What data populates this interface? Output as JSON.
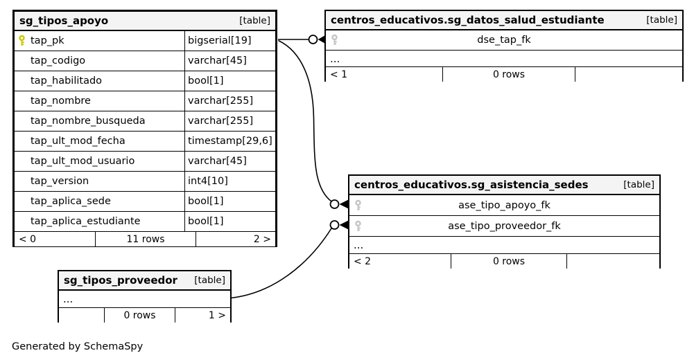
{
  "note": "Generated by SchemaSpy",
  "colors": {
    "header_bg": "#f4f4f4",
    "border": "#000000",
    "primary_key_icon": "#c9c900",
    "foreign_key_icon": "#c4c4c4"
  },
  "tables": {
    "sg_tipos_apoyo": {
      "title": "sg_tipos_apoyo",
      "badge": "[table]",
      "columns": [
        {
          "name": "tap_pk",
          "type": "bigserial[19]"
        },
        {
          "name": "tap_codigo",
          "type": "varchar[45]"
        },
        {
          "name": "tap_habilitado",
          "type": "bool[1]"
        },
        {
          "name": "tap_nombre",
          "type": "varchar[255]"
        },
        {
          "name": "tap_nombre_busqueda",
          "type": "varchar[255]"
        },
        {
          "name": "tap_ult_mod_fecha",
          "type": "timestamp[29,6]"
        },
        {
          "name": "tap_ult_mod_usuario",
          "type": "varchar[45]"
        },
        {
          "name": "tap_version",
          "type": "int4[10]"
        },
        {
          "name": "tap_aplica_sede",
          "type": "bool[1]"
        },
        {
          "name": "tap_aplica_estudiante",
          "type": "bool[1]"
        }
      ],
      "footer": {
        "prev": "< 0",
        "rows": "11 rows",
        "next": "2 >"
      }
    },
    "sg_datos_salud_estudiante": {
      "title": "centros_educativos.sg_datos_salud_estudiante",
      "badge": "[table]",
      "fk_columns": [
        "dse_tap_fk"
      ],
      "more": "...",
      "footer": {
        "prev": "< 1",
        "rows": "0 rows",
        "next": ""
      }
    },
    "sg_asistencia_sedes": {
      "title": "centros_educativos.sg_asistencia_sedes",
      "badge": "[table]",
      "fk_columns": [
        "ase_tipo_apoyo_fk",
        "ase_tipo_proveedor_fk"
      ],
      "more": "...",
      "footer": {
        "prev": "< 2",
        "rows": "0 rows",
        "next": ""
      }
    },
    "sg_tipos_proveedor": {
      "title": "sg_tipos_proveedor",
      "badge": "[table]",
      "more": "...",
      "footer": {
        "prev": "",
        "rows": "0 rows",
        "next": "1 >"
      }
    }
  }
}
